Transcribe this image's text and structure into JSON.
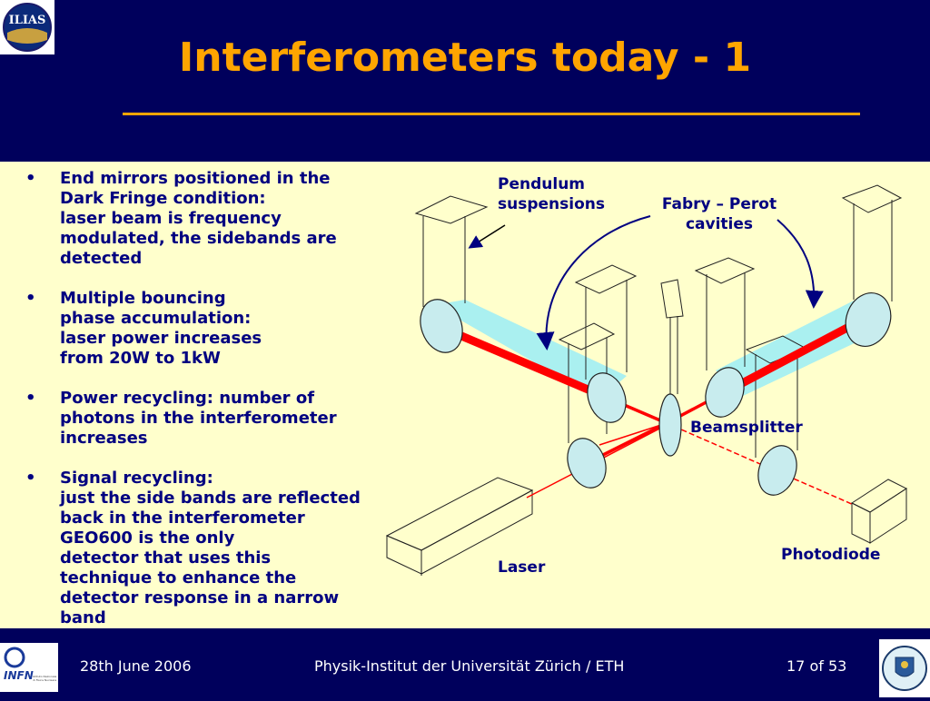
{
  "slide": {
    "title": "Interferometers today - 1",
    "bullets": [
      {
        "lines": [
          "End mirrors positioned in the",
          "Dark Fringe condition:",
          "laser beam is frequency",
          "modulated, the sidebands are",
          "detected"
        ]
      },
      {
        "lines": [
          "Multiple bouncing",
          "phase accumulation:",
          "laser power increases",
          "from 20W to 1kW"
        ]
      },
      {
        "lines": [
          "Power recycling: number of",
          "photons in the interferometer",
          "increases"
        ]
      },
      {
        "lines": [
          "Signal recycling:",
          "just the side bands are reflected",
          "back in the interferometer",
          "GEO600 is the only",
          "detector that uses this",
          "technique  to enhance the",
          "detector response in a narrow",
          "band"
        ]
      }
    ]
  },
  "diagram": {
    "labels": {
      "pendulum": [
        "Pendulum",
        "suspensions"
      ],
      "fabry": [
        "Fabry – Perot",
        "cavities"
      ],
      "beamsplitter": "Beamsplitter",
      "laser": "Laser",
      "photodiode": "Photodiode"
    },
    "colors": {
      "beam": "#ff0000",
      "cavity": "#aaf0f0",
      "arrow": "#000080",
      "mirror": "#c8ecee"
    }
  },
  "footer": {
    "date": "28th June 2006",
    "institute": "Physik-Institut der Universität Zürich / ETH",
    "page": "17 of 53"
  },
  "logos": {
    "top_left": "ILIAS",
    "bottom_left": "INFN",
    "bottom_left_sub": [
      "Istituto Nazionale",
      "di Fisica Nucleare"
    ]
  },
  "icons": {
    "bullet": "•"
  }
}
